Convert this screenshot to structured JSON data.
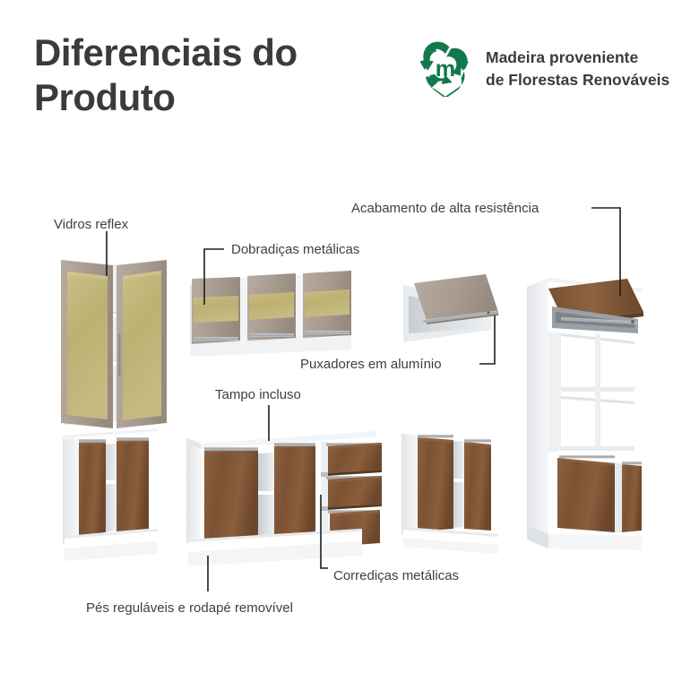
{
  "header": {
    "title": "Diferenciais do\nProduto",
    "eco_text": "Madeira proveniente\nde Florestas Renováveis",
    "eco_logo_icon": "recycling-heart-m-icon",
    "eco_green": "#12794d",
    "eco_green_dark": "#0c5a39",
    "title_color": "#3b3b3b"
  },
  "callouts": [
    {
      "id": "vidros-reflex",
      "text": "Vidros reflex"
    },
    {
      "id": "dobradicas-metalicas",
      "text": "Dobradiças metálicas"
    },
    {
      "id": "acabamento-alta-res",
      "text": "Acabamento de alta resistência"
    },
    {
      "id": "puxadores-aluminio",
      "text": "Puxadores em alumínio"
    },
    {
      "id": "tampo-incluso",
      "text": "Tampo incluso"
    },
    {
      "id": "corredicas-metalicas",
      "text": "Corrediças metálicas"
    },
    {
      "id": "pes-regulaveis",
      "text": "Pés reguláveis e rodapé removível"
    }
  ],
  "furniture": [
    {
      "id": "glass-wall-cabinet",
      "name": "Armário aéreo com vidros reflex"
    },
    {
      "id": "flip-wall-cabinet-trio",
      "name": "Aéreo basculante de três portas"
    },
    {
      "id": "flip-wall-cabinet-solo",
      "name": "Aéreo basculante de uma porta"
    },
    {
      "id": "tall-oven-tower",
      "name": "Torre quente / paneleiro"
    },
    {
      "id": "base-cabinet-left",
      "name": "Balcão de duas portas"
    },
    {
      "id": "base-cabinet-center",
      "name": "Balcão com tampo, portas e gavetas"
    },
    {
      "id": "base-cabinet-right",
      "name": "Balcão de duas portas"
    }
  ],
  "colors": {
    "background": "#ffffff",
    "wood": "#7d5334",
    "wood_light": "#91653f",
    "wood_dark": "#5f3e26",
    "white_panel": "#ffffff",
    "white_shade": "#e8eaec",
    "white_shade_dark": "#cfd3d7",
    "taupe": "#a79a8e",
    "taupe_light": "#b9ada2",
    "taupe_dark": "#8e8276",
    "glass": "#bfb375",
    "glass_light": "#cdc289",
    "aluminium": "#b5b9bd",
    "aluminium_dark": "#8d9296",
    "line": "#1d1d1d",
    "text": "#3f3f3f"
  }
}
